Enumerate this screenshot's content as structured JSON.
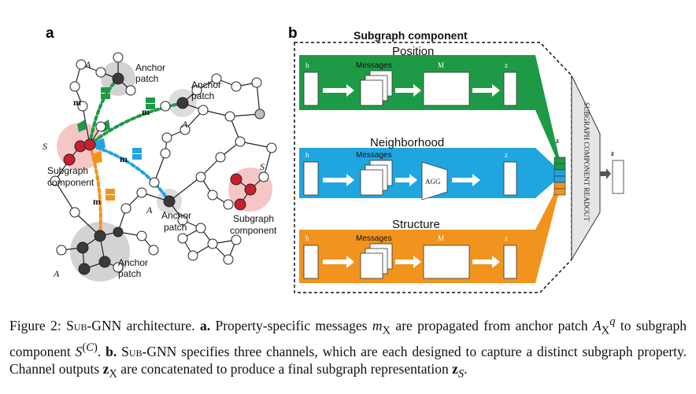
{
  "panel_a": {
    "label": "a",
    "anchor_patch_label": "Anchor patch",
    "anchor_word": "Anchor",
    "patch_word": "patch",
    "subgraph_component_word": "Subgraph",
    "component_word": "component",
    "labels": {
      "ap1": "A",
      "ap2": "A",
      "an1": "A",
      "as1": "A",
      "s1_1": "S",
      "s1_2": "S",
      "m_p11": "m",
      "m_p12": "m",
      "m_n11": "m",
      "m_s11": "m"
    }
  },
  "panel_b": {
    "label": "b",
    "title": "Subgraph component",
    "channels": [
      {
        "name": "Position",
        "messages": "Messages",
        "h": "h",
        "m_big": "M",
        "z": "z"
      },
      {
        "name": "Neighborhood",
        "messages": "Messages",
        "h": "h",
        "agg": "AGG",
        "z": "z"
      },
      {
        "name": "Structure",
        "messages": "Messages",
        "h": "h",
        "m_big": "M",
        "z": "z"
      }
    ],
    "readout_text": "SUBGRAPH COMPONENT READOUT",
    "z2_label": "z",
    "zs_label": "z"
  },
  "colors": {
    "position": "#1e9a46",
    "neighborhood": "#1fa6e0",
    "structure": "#f0941e",
    "red_node": "#c8202c",
    "dark_node": "#3a3a3a"
  },
  "caption": {
    "fig": "Figure 2:",
    "sub": "Sub",
    "gnn_arch": "-GNN architecture.",
    "a_bold": "a.",
    "sent_a": "Property-specific messages",
    "sent_a2": "are propagated from anchor patch",
    "sent_a3": "to subgraph component",
    "b_bold": "b.",
    "sent_b": "-GNN specifies three channels, which are each designed to capture a distinct subgraph property. Channel outputs",
    "sent_b2": "are concatenated to produce a final subgraph representation"
  }
}
